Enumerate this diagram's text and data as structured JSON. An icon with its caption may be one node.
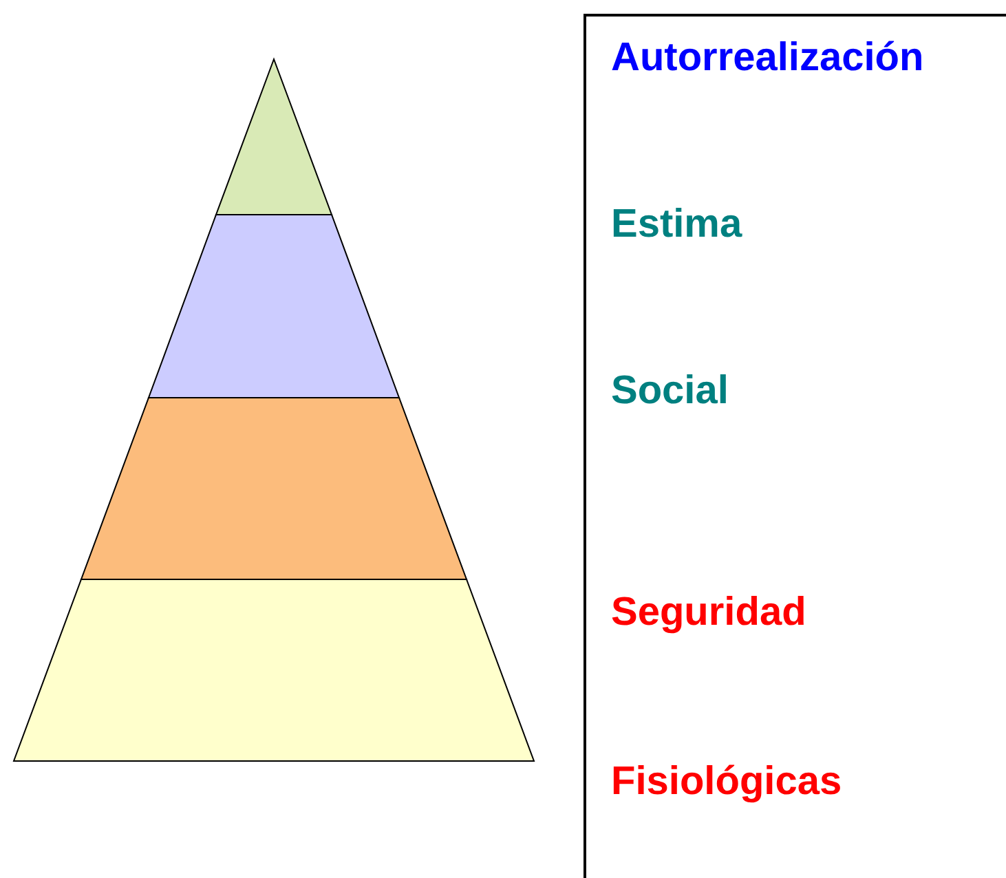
{
  "diagram": {
    "labels": [
      "Autorrealización",
      "Estima",
      "Social",
      "Seguridad",
      "Fisiológicas"
    ]
  }
}
